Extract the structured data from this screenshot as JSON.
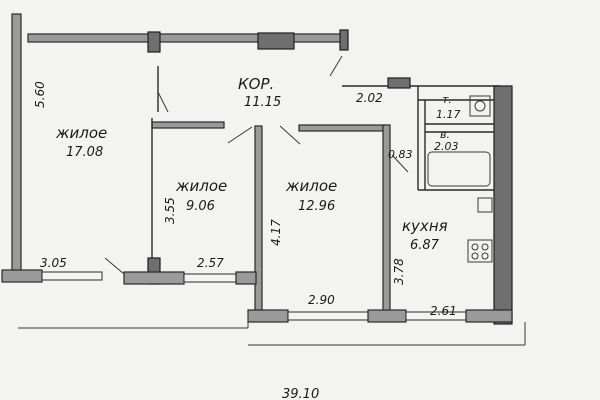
{
  "plan": {
    "rooms": [
      {
        "id": "kor",
        "label": "КОР.",
        "area": "11.15"
      },
      {
        "id": "zhilaya1",
        "label": "жилое",
        "area": "17.08"
      },
      {
        "id": "zhilaya2",
        "label": "жилое",
        "area": "9.06"
      },
      {
        "id": "zhilaya3",
        "label": "жилое",
        "area": "12.96"
      },
      {
        "id": "kuhnya",
        "label": "кухня",
        "area": "6.87"
      },
      {
        "id": "t",
        "label": "т.",
        "area": "1.17"
      },
      {
        "id": "v",
        "label": "в.",
        "area": "2.03"
      }
    ],
    "dimensions": {
      "left_height": "5.60",
      "corridor_top": "2.02",
      "door_small": "0.83",
      "room2_height": "3.55",
      "room3_height": "4.17",
      "kitchen_height": "3.78",
      "room1_width": "3.05",
      "room2_width": "2.57",
      "room3_width": "2.90",
      "kitchen_width": "2.61",
      "total_width": "39.10"
    }
  }
}
